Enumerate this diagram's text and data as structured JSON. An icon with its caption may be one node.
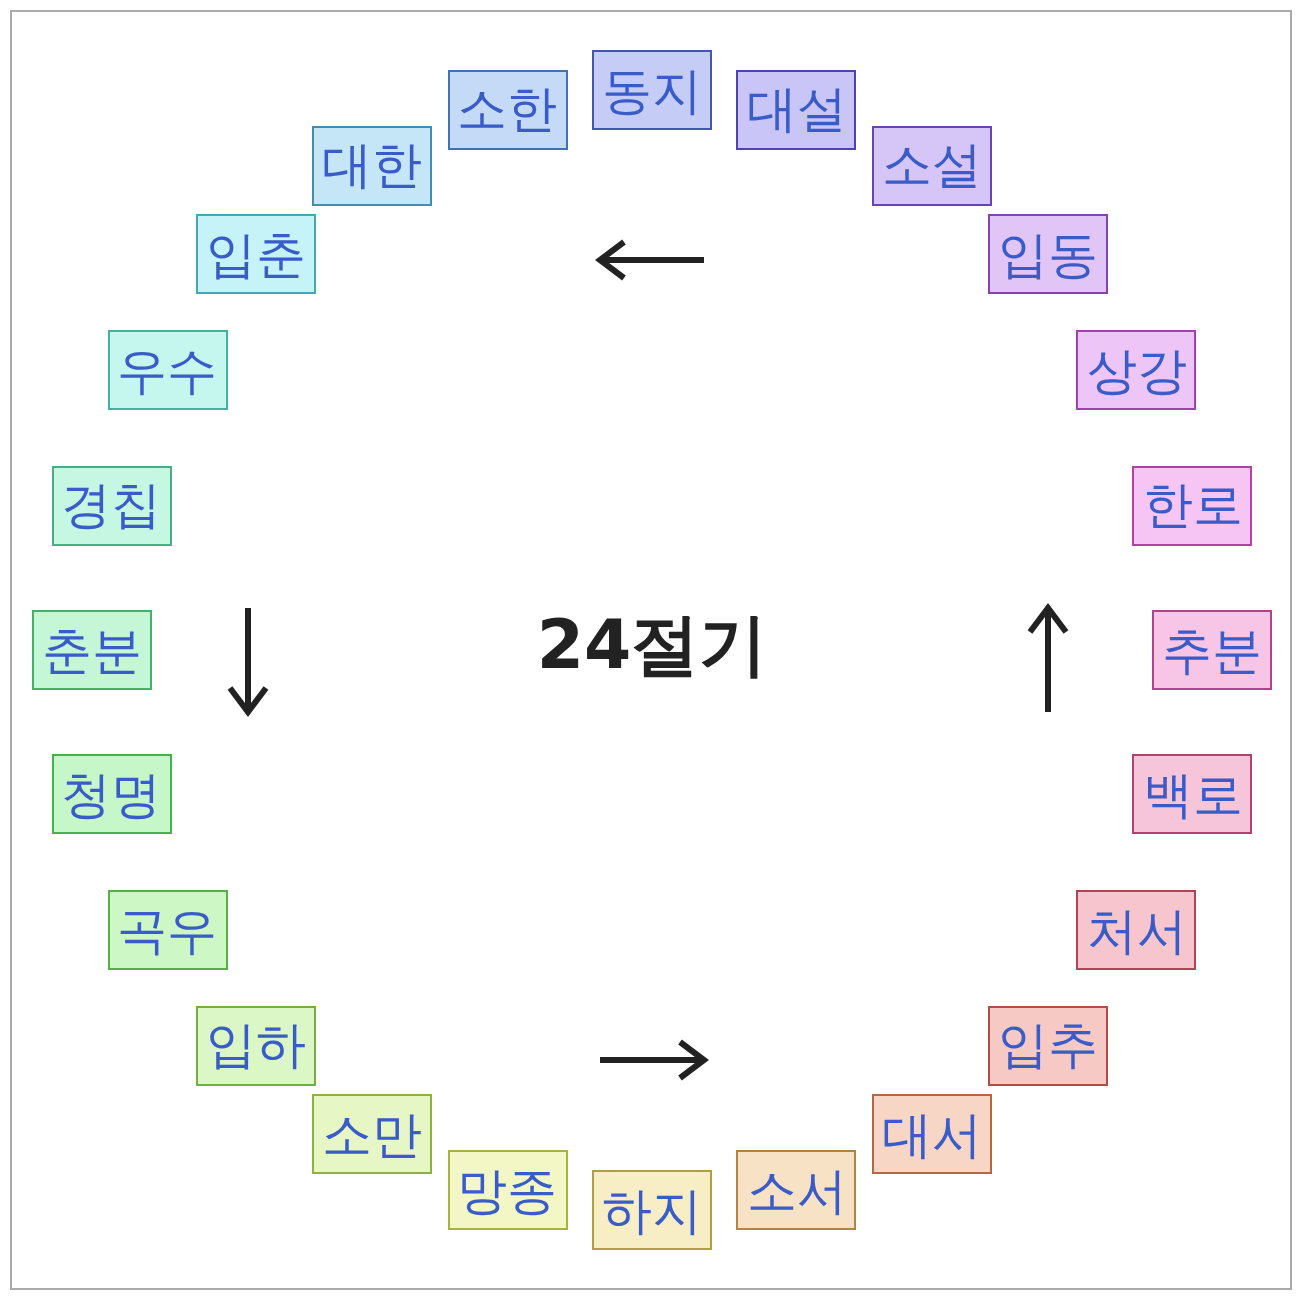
{
  "diagram": {
    "title": "24절기",
    "nodes": [
      {
        "text": [
          "동지"
        ]
      },
      {
        "text": [
          "소한"
        ]
      },
      {
        "text": [
          "대한"
        ]
      },
      {
        "text": [
          "입춘"
        ]
      },
      {
        "text": [
          "우수"
        ]
      },
      {
        "text": [
          "경칩"
        ]
      },
      {
        "text": [
          "춘분"
        ]
      },
      {
        "text": [
          "청명"
        ]
      },
      {
        "text": [
          "곡우"
        ]
      },
      {
        "text": [
          "입하"
        ]
      },
      {
        "text": [
          "소만"
        ]
      },
      {
        "text": [
          "망종"
        ]
      },
      {
        "text": [
          "하지"
        ]
      },
      {
        "text": [
          "소서"
        ]
      },
      {
        "text": [
          "대서"
        ]
      },
      {
        "text": [
          "입추"
        ]
      },
      {
        "text": [
          "처서"
        ]
      },
      {
        "text": [
          "백로"
        ]
      },
      {
        "text": [
          "추분"
        ]
      },
      {
        "text": [
          "한로"
        ]
      },
      {
        "text": [
          "상강"
        ]
      },
      {
        "text": [
          "입동"
        ]
      },
      {
        "text": [
          "소설"
        ]
      },
      {
        "text": [
          "대설"
        ]
      }
    ]
  }
}
